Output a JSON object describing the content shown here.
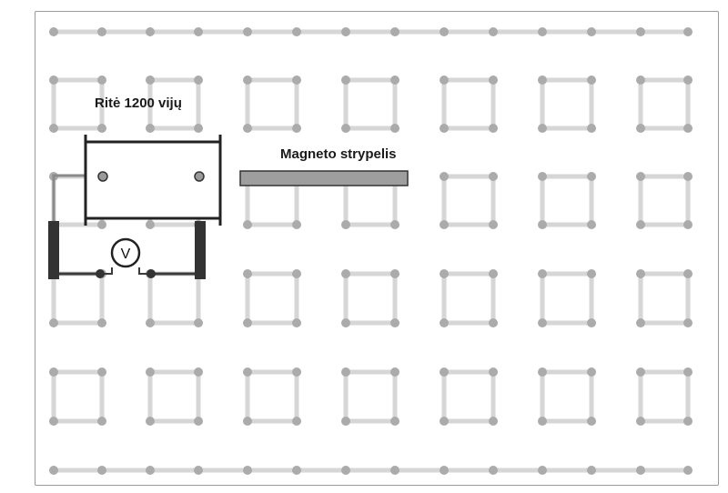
{
  "coil": {
    "label": "Ritė 1200 vijų"
  },
  "magnet": {
    "label": "Magneto strypelis"
  },
  "voltmeter": {
    "symbol": "V"
  },
  "colors": {
    "grid_line": "#d6d6d6",
    "node": "#ababab",
    "wire": "#3a3a3a",
    "magnet_fill": "#9e9e9e"
  }
}
